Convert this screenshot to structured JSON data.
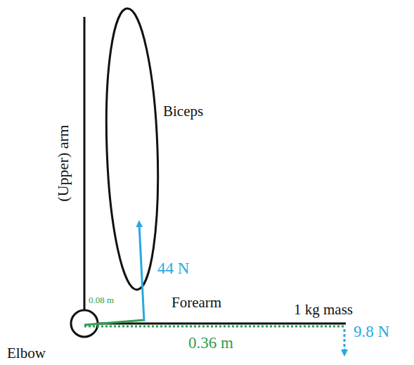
{
  "diagram": {
    "labels": [
      "Biceps",
      "(Upper) arm",
      "44 N",
      "0.08 m",
      "Forearm",
      "1 kg mass",
      "0.36 m",
      "9.8 N",
      "Elbow"
    ]
  }
}
